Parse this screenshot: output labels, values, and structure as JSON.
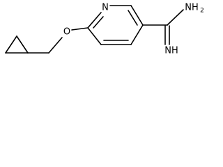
{
  "molecule": {
    "atoms": {
      "nitrogen_ring": "N",
      "oxygen_ether": "O",
      "amine_main": "NH",
      "amine_sub": "2",
      "imine": "NH"
    },
    "colors": {
      "bond": "#000000",
      "label": "#000000",
      "background": "#ffffff"
    }
  }
}
